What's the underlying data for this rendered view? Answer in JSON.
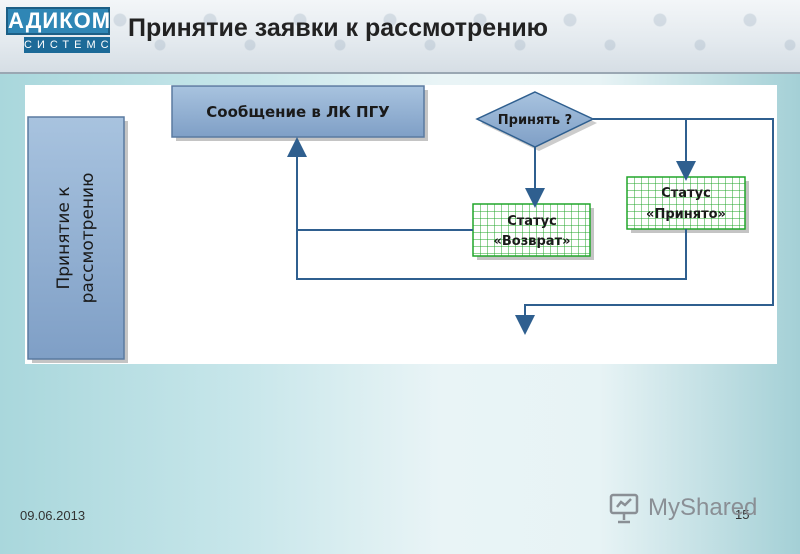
{
  "header": {
    "logo_top": "АДИКОМ",
    "logo_bottom": "СИСТЕМС",
    "title": "Принятие заявки к рассмотрению"
  },
  "diagram": {
    "side_label_line1": "Принятие к",
    "side_label_line2": "рассмотрению",
    "message_box": "Сообщение в ЛК ПГУ",
    "decision": "Принять ?",
    "status_return_line1": "Статус",
    "status_return_line2": "«Возврат»",
    "status_accepted_line1": "Статус",
    "status_accepted_line2": "«Принято»"
  },
  "footer": {
    "date": "09.06.2013",
    "page": "15",
    "watermark": "MyShared"
  },
  "colors": {
    "box_fill": "#8fb0d4",
    "status_grid": "#21a52a",
    "arrow": "#2f5f8f"
  }
}
